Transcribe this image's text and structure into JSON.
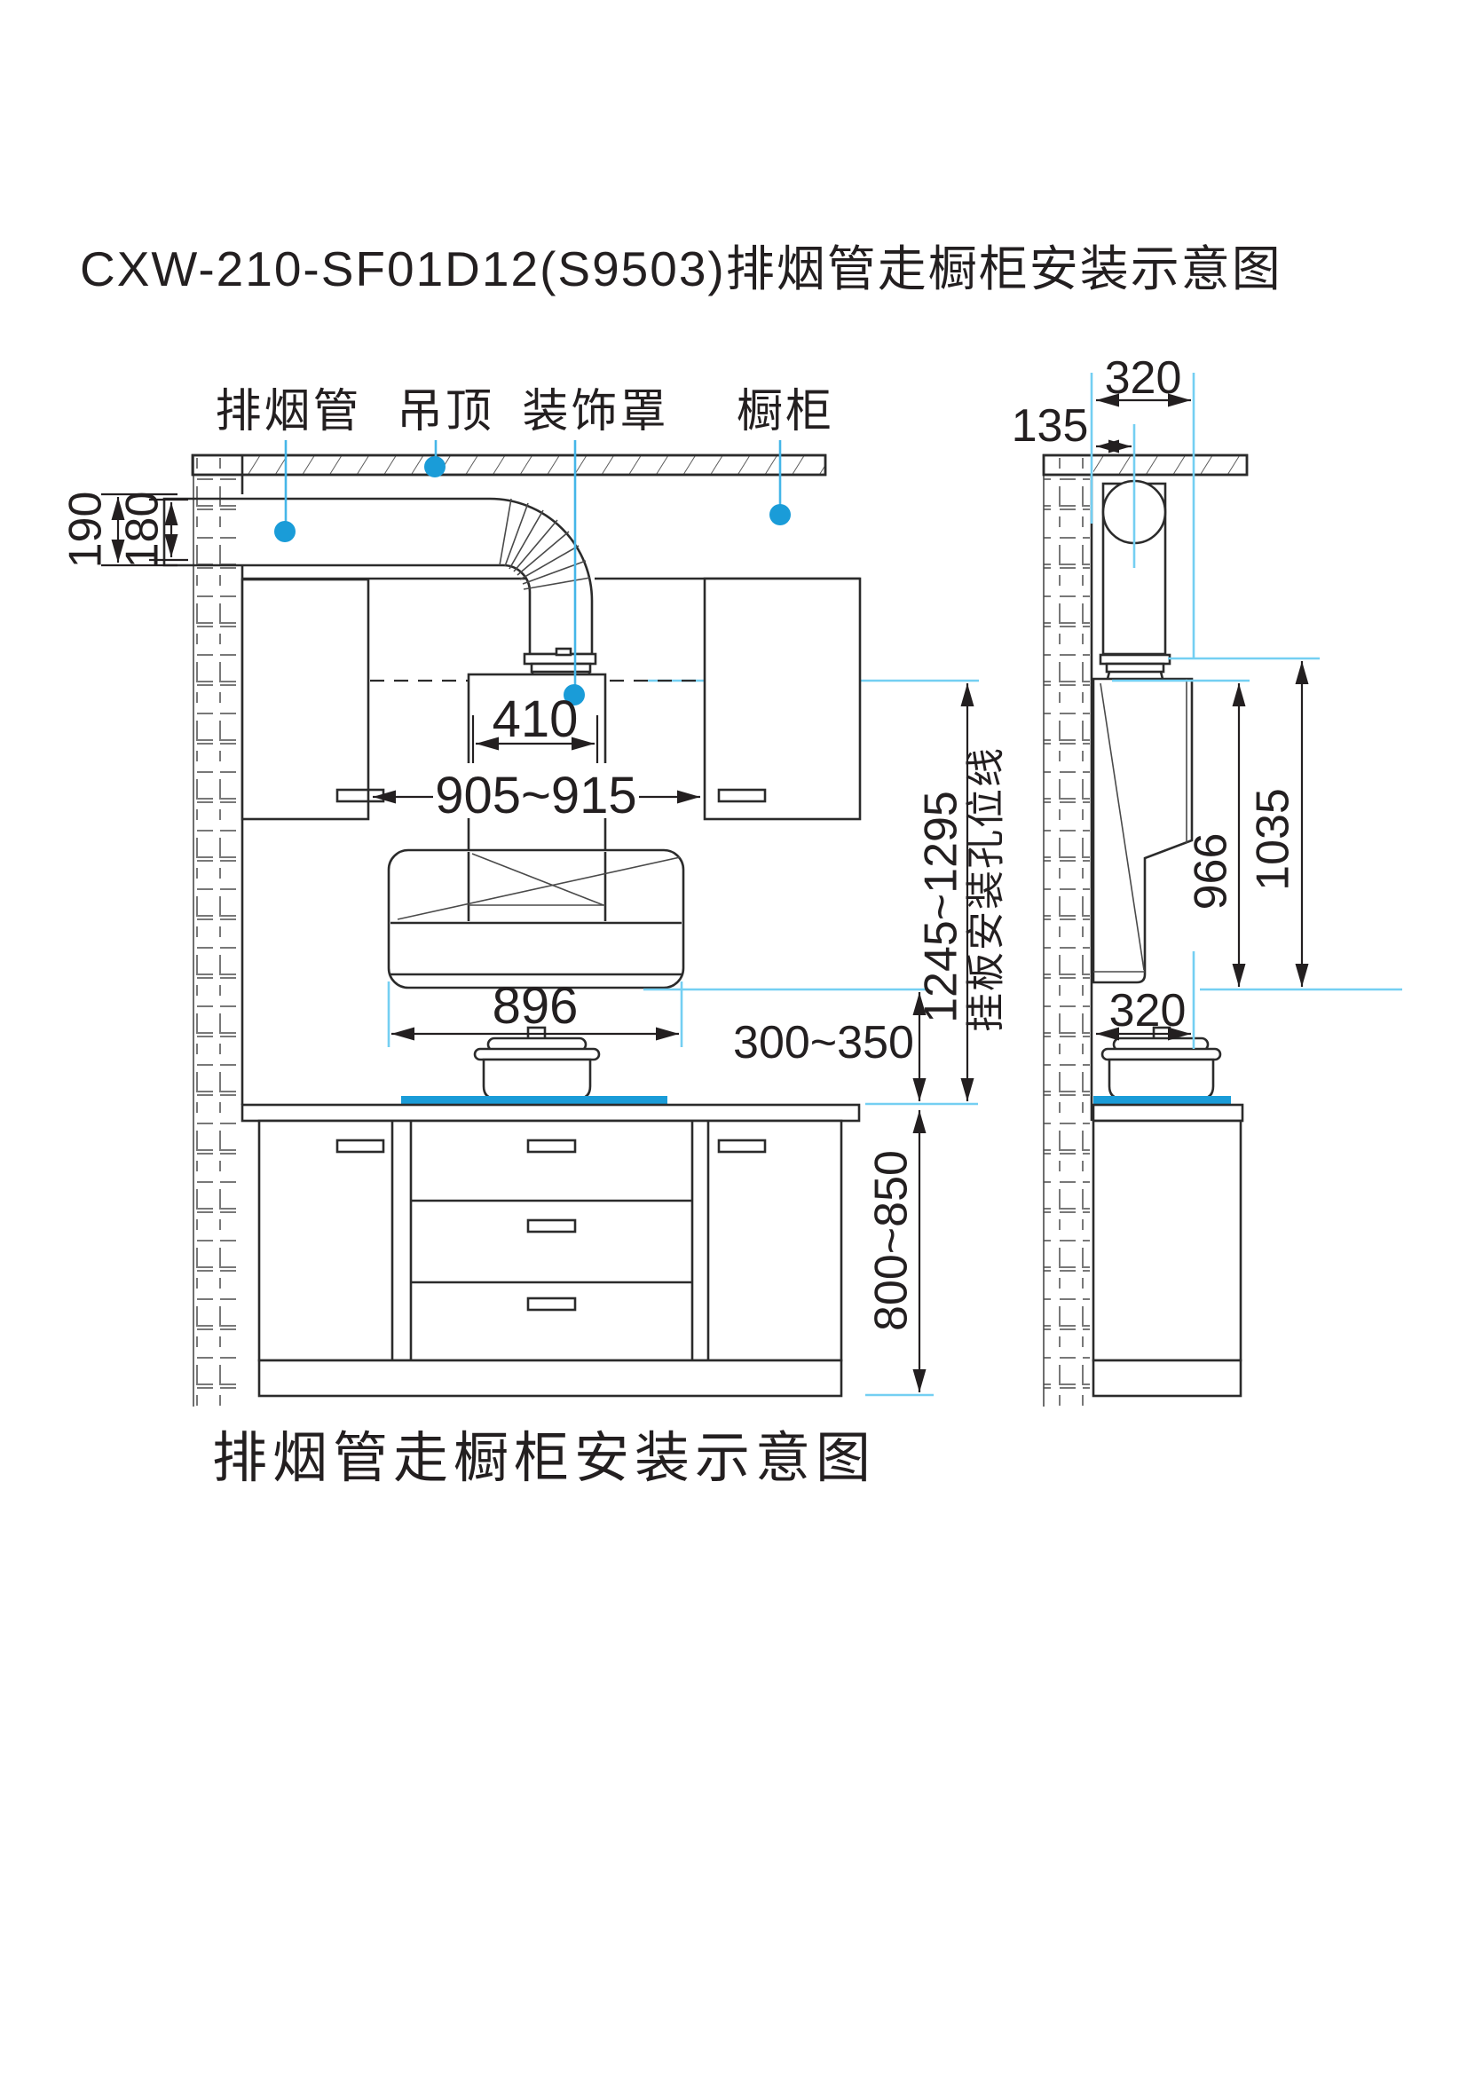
{
  "page": {
    "title": "CXW-210-SF01D12(S9503)排烟管走橱柜安装示意图",
    "caption": "排烟管走橱柜安装示意图"
  },
  "part_labels": {
    "exhaust_pipe": "排烟管",
    "ceiling": "吊顶",
    "decorative_cover": "装饰罩",
    "cabinet": "橱柜"
  },
  "front_dims": {
    "duct_clearance": "190",
    "duct_height": "180",
    "cover_width": "410",
    "cabinet_gap_width": "905~915",
    "hood_width": "896",
    "hood_to_cooktop": "300~350",
    "hanger_height": "1245~1295",
    "hanger_note": "挂板安装孔位线",
    "counter_height": "800~850"
  },
  "side_dims": {
    "top_depth": "320",
    "wall_to_pipe_center": "135",
    "height_to_hanger": "966",
    "height_total": "1035",
    "bottom_depth": "320"
  },
  "colors": {
    "accent_blue": "#1a9cd8",
    "leader_blue": "#45b6e8",
    "reference_blue": "#74cff2",
    "line_dark": "#2b2b2b"
  }
}
